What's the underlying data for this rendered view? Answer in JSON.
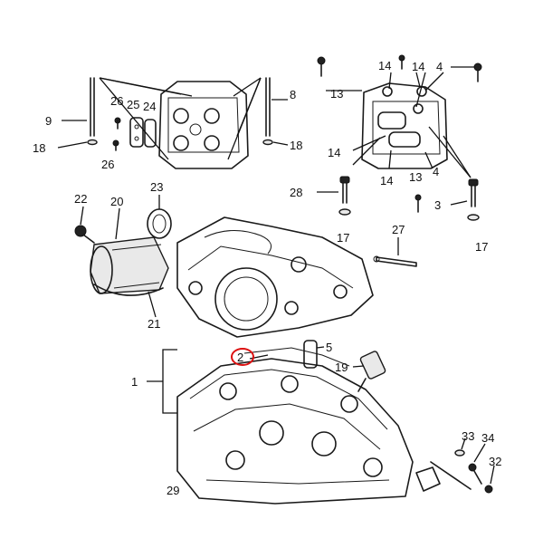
{
  "callouts": {
    "c1": "1",
    "c2": "2",
    "c3": "3",
    "c4a": "4",
    "c4b": "4",
    "c5": "5",
    "c8": "8",
    "c9": "9",
    "c13a": "13",
    "c13b": "13",
    "c14a": "14",
    "c14b": "14",
    "c14c": "14",
    "c14d": "14",
    "c17a": "17",
    "c17b": "17",
    "c18a": "18",
    "c18b": "18",
    "c19": "19",
    "c20": "20",
    "c21": "21",
    "c22": "22",
    "c23": "23",
    "c24": "24",
    "c25": "25",
    "c26a": "26",
    "c26b": "26",
    "c27": "27",
    "c28": "28",
    "c29": "29",
    "c32": "32",
    "c33": "33",
    "c34": "34"
  },
  "highlight": {
    "part": "2",
    "color": "#dd1111"
  }
}
